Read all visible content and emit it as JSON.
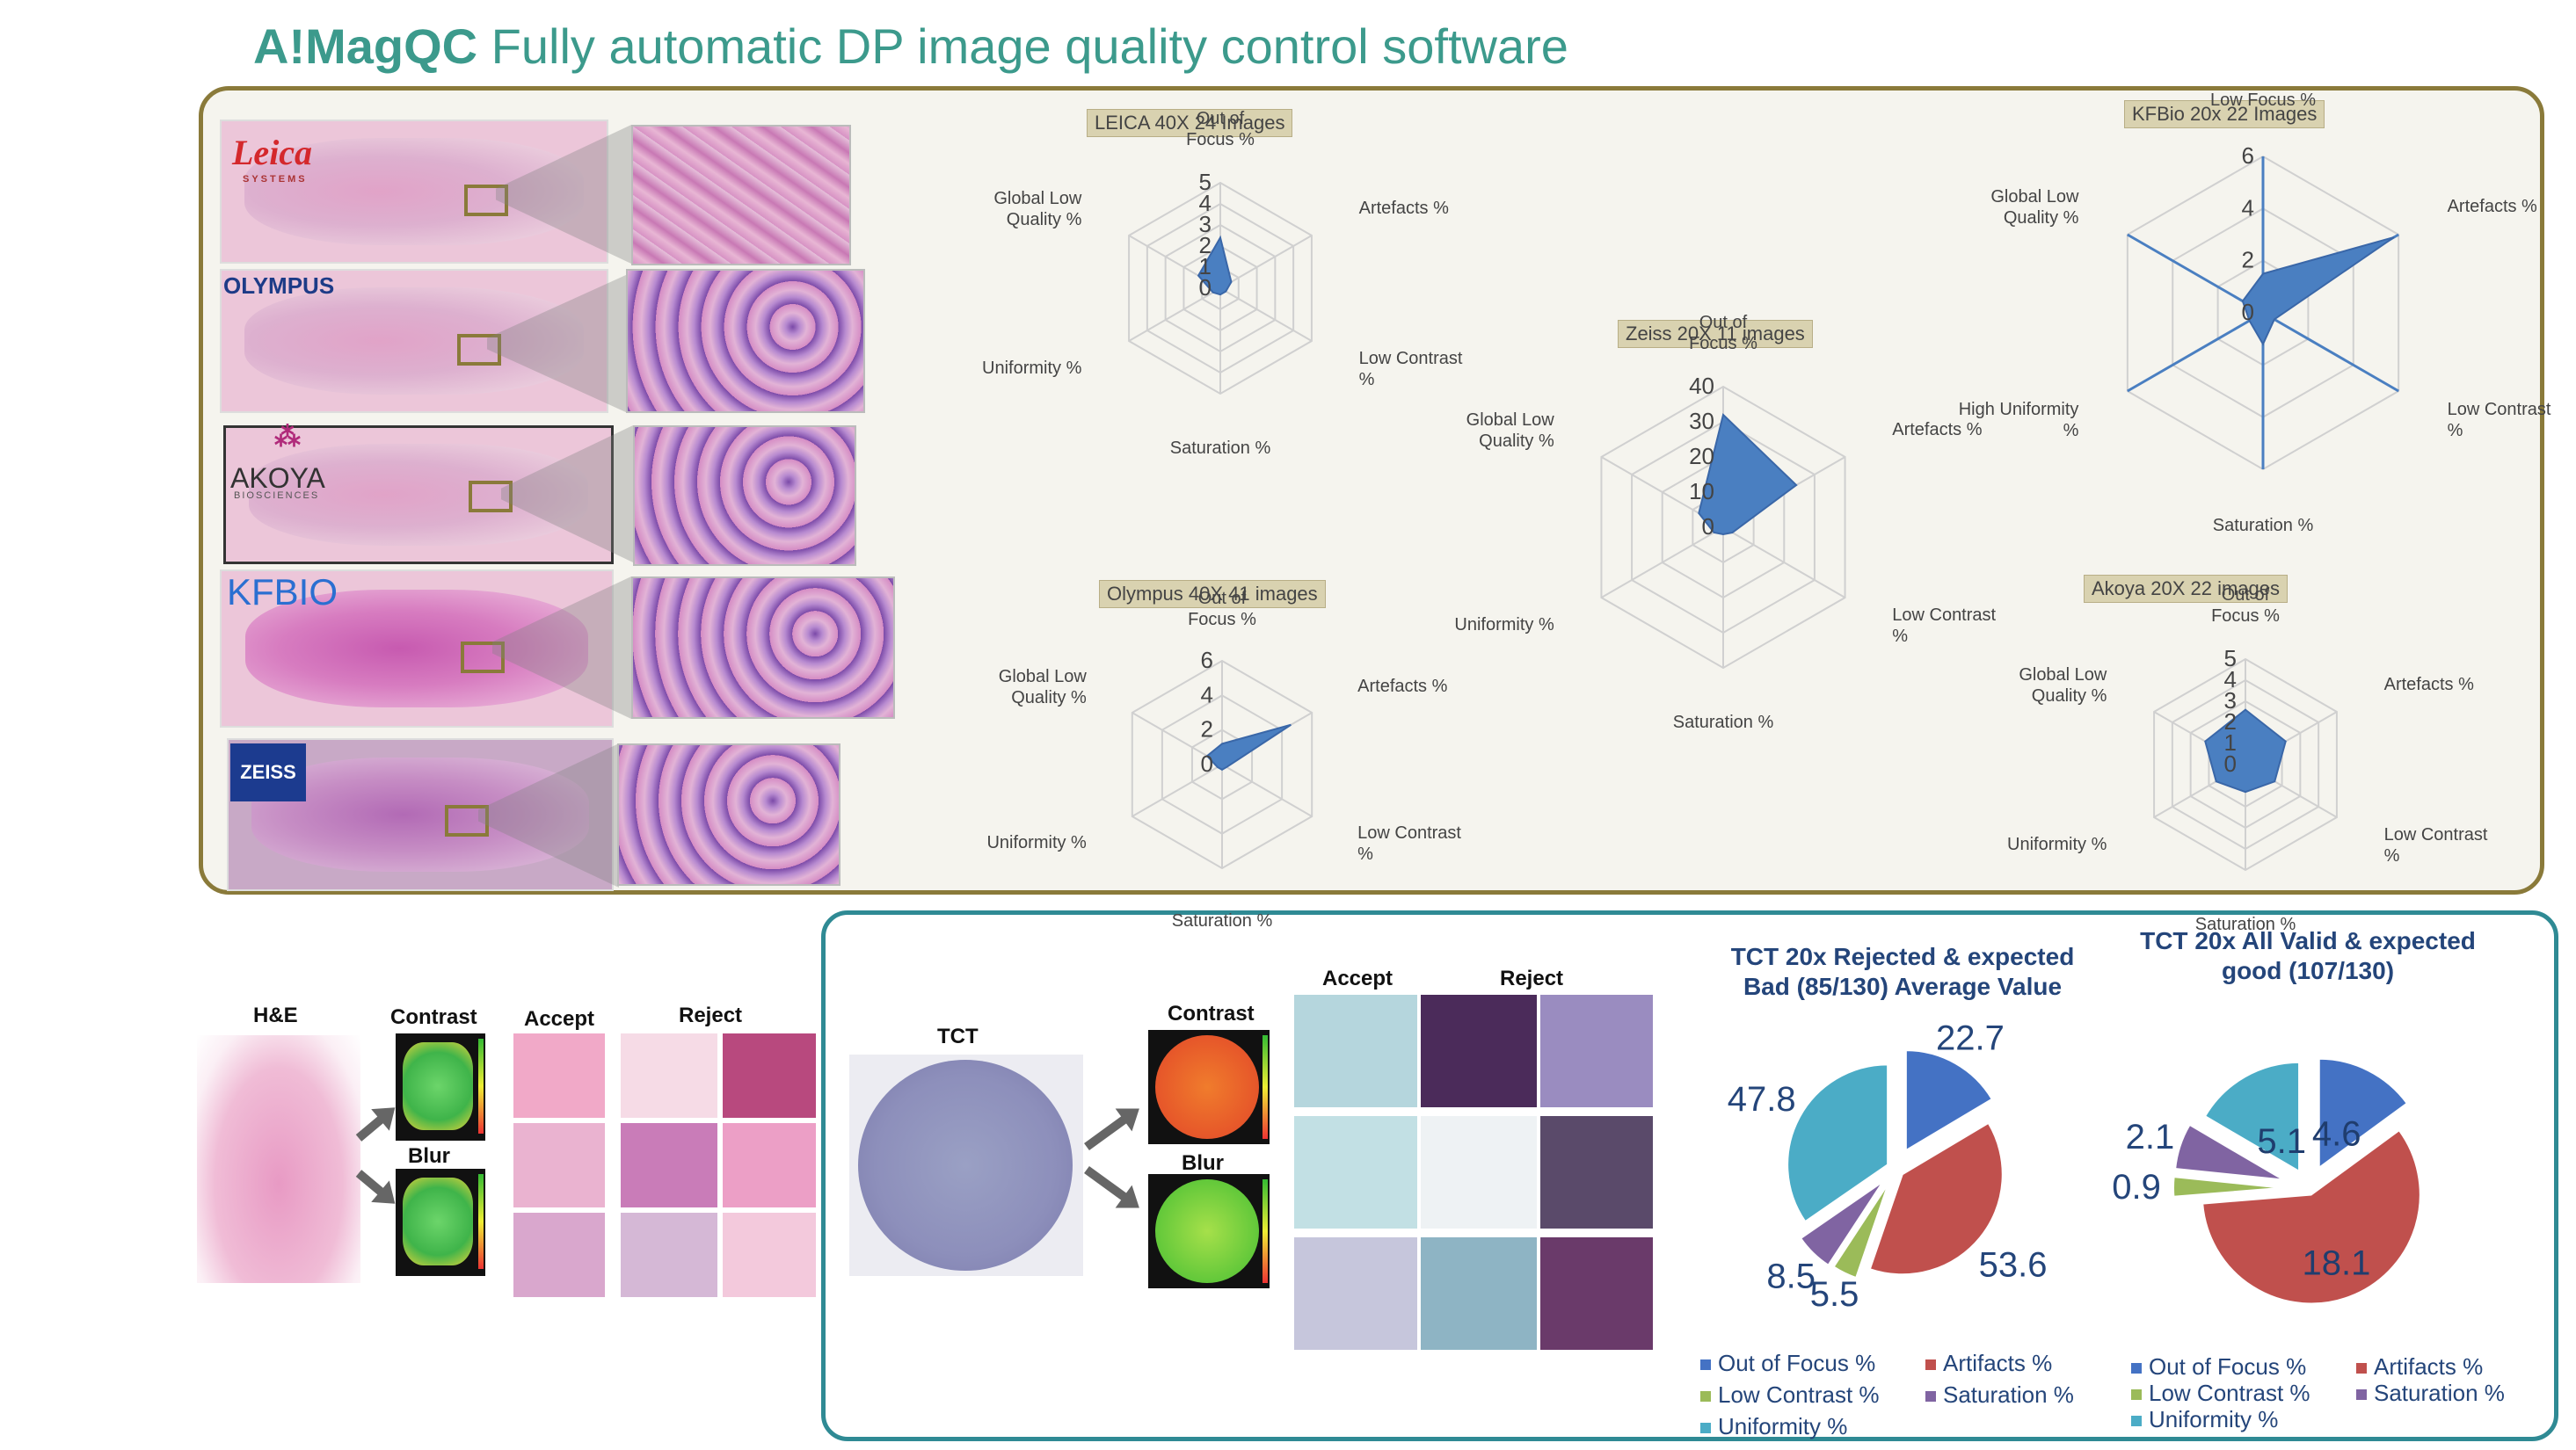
{
  "title": {
    "bold": "A!MagQC",
    "rest": " Fully automatic DP image quality control software"
  },
  "logos": {
    "leica": "Leica",
    "leica_sub": "SYSTEMS",
    "olympus": "OLYMPUS",
    "akoya": "AKOYA",
    "akoya_sub": "BIOSCIENCES",
    "kfbio": "KFBIO",
    "zeiss": "ZEISS"
  },
  "bottom": {
    "he_label": "H&E",
    "contrast_label": "Contrast",
    "blur_label": "Blur",
    "accept_label": "Accept",
    "reject_label": "Reject",
    "tct_label": "TCT",
    "tct_contrast_label": "Contrast",
    "tct_blur_label": "Blur",
    "tct_accept_label": "Accept",
    "tct_reject_label": "Reject"
  },
  "colors": {
    "radar_fill": "#4a7fc1",
    "out_of_focus": "#4472c4",
    "artifacts": "#c0504d",
    "low_contrast": "#9bbb59",
    "saturation": "#8064a2",
    "uniformity": "#4bacc6"
  },
  "chart_data": [
    {
      "type": "radar",
      "title": "LEICA 40X 24 Images",
      "axes": [
        "Out of Focus %",
        "Artefacts %",
        "Low Contrast %",
        "Saturation %",
        "Uniformity %",
        "Global Low Quality %"
      ],
      "ticks": [
        0,
        1,
        2,
        3,
        4,
        5
      ],
      "rmax": 5,
      "values": [
        2.4,
        0.6,
        0.3,
        0.3,
        0.4,
        1.2
      ]
    },
    {
      "type": "radar",
      "title": "Olympus 40X 41 images",
      "axes": [
        "Out of Focus %",
        "Artefacts %",
        "Low Contrast %",
        "Saturation %",
        "Uniformity %",
        "Global Low Quality %"
      ],
      "ticks": [
        0,
        2,
        4,
        6
      ],
      "rmax": 6,
      "values": [
        1.2,
        4.6,
        0.3,
        0.3,
        0.3,
        1.0
      ]
    },
    {
      "type": "radar",
      "title": "Zeiss 20X 11 images",
      "axes": [
        "Out of Focus %",
        "Artefacts %",
        "Low Contrast %",
        "Saturation %",
        "Uniformity %",
        "Global Low Quality %"
      ],
      "ticks": [
        0,
        10,
        20,
        30,
        40
      ],
      "rmax": 40,
      "values": [
        32,
        24,
        3,
        2,
        3,
        8
      ]
    },
    {
      "type": "radar",
      "title": "KFBio 20x 22 Images",
      "axes": [
        "Low Focus %",
        "Artefacts %",
        "Low Contrast %",
        "Saturation %",
        "High Uniformity %",
        "Global Low Quality %"
      ],
      "ticks": [
        0,
        2,
        4,
        6
      ],
      "rmax": 6,
      "values": [
        1.5,
        5.8,
        0.5,
        1.2,
        0.6,
        0.9
      ]
    },
    {
      "type": "radar",
      "title": "Akoya 20X 22 images",
      "axes": [
        "Out of Focus %",
        "Artefacts %",
        "Low Contrast %",
        "Saturation %",
        "Uniformity %",
        "Global Low Quality %"
      ],
      "ticks": [
        0,
        1,
        2,
        3,
        4,
        5
      ],
      "rmax": 5,
      "values": [
        2.6,
        2.2,
        1.6,
        1.3,
        1.6,
        2.2
      ]
    },
    {
      "type": "pie",
      "title": "TCT 20x  Rejected & expected Bad (85/130) Average Value",
      "labels": [
        "Out of Focus %",
        "Artifacts %",
        "Low Contrast %",
        "Saturation %",
        "Uniformity %"
      ],
      "values": [
        22.7,
        53.6,
        5.5,
        8.5,
        47.8
      ]
    },
    {
      "type": "pie",
      "title": "TCT 20x All Valid & expected good (107/130)",
      "labels": [
        "Out of Focus %",
        "Artifacts %",
        "Low Contrast %",
        "Saturation %",
        "Uniformity %"
      ],
      "values": [
        4.6,
        18.1,
        0.9,
        2.1,
        5.1
      ]
    }
  ]
}
